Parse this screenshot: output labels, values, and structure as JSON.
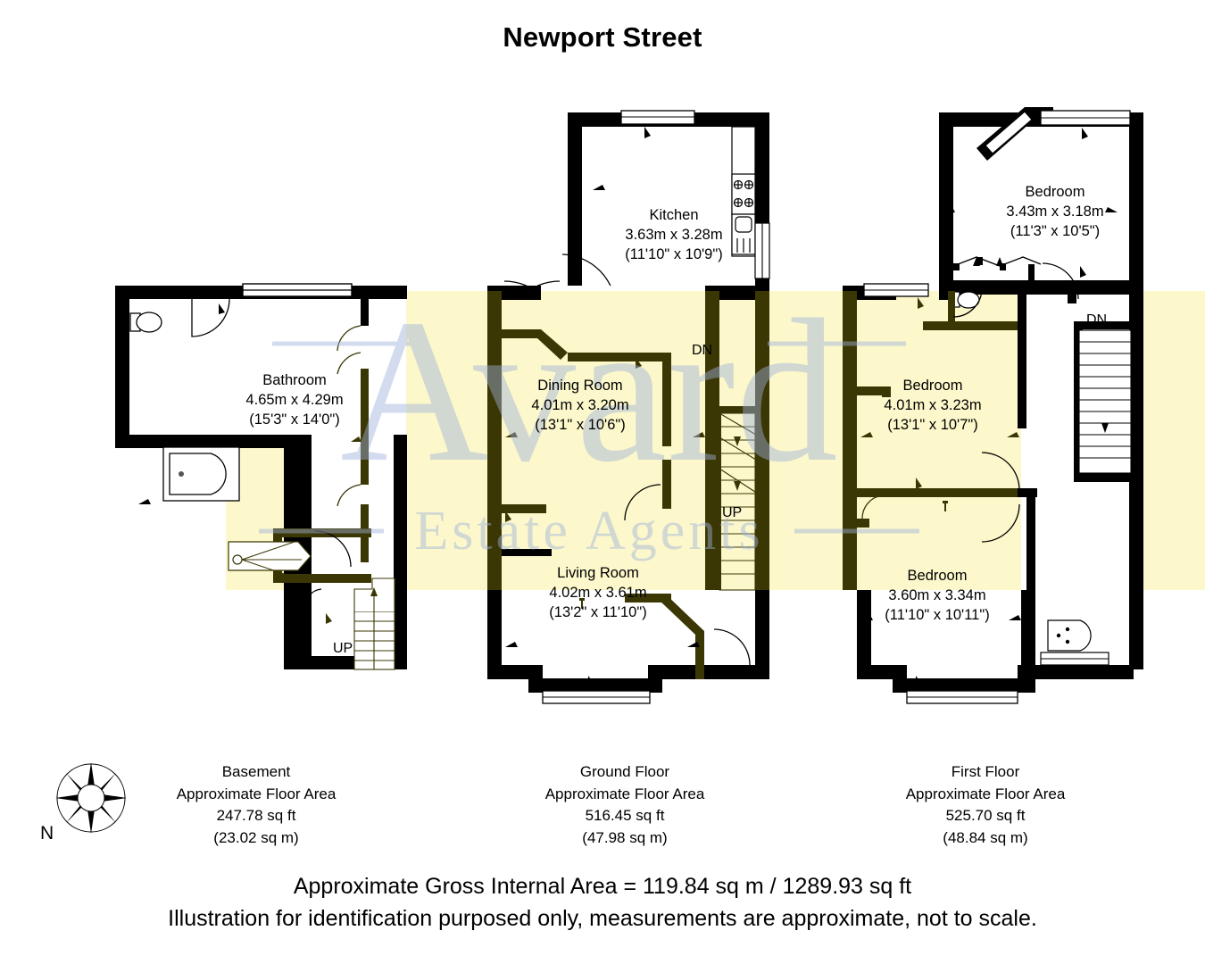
{
  "title": "Newport Street",
  "colors": {
    "wall_dark": "#000000",
    "wall_highlight": "#3b3705",
    "highlight_fill": "#fcf8cc",
    "watermark": "#ccd6ee",
    "background": "#ffffff"
  },
  "watermark": {
    "brand": "Avard",
    "tagline": "Estate Agents"
  },
  "floors": [
    {
      "id": "basement",
      "name": "Basement",
      "area_line": "Approximate Floor Area",
      "area_ft": "247.78 sq ft",
      "area_m": "(23.02 sq m)",
      "rooms": [
        {
          "name": "Bathroom",
          "dim_metric": "4.65m x 4.29m",
          "dim_imperial": "(15'3\" x 14'0\")"
        }
      ],
      "markers": [
        {
          "label": "UP",
          "kind": "stair-direction"
        }
      ]
    },
    {
      "id": "ground-floor",
      "name": "Ground Floor",
      "area_line": "Approximate Floor Area",
      "area_ft": "516.45 sq ft",
      "area_m": "(47.98 sq m)",
      "rooms": [
        {
          "name": "Kitchen",
          "dim_metric": "3.63m x 3.28m",
          "dim_imperial": "(11'10\" x 10'9\")"
        },
        {
          "name": "Dining Room",
          "dim_metric": "4.01m x 3.20m",
          "dim_imperial": "(13'1\" x 10'6\")"
        },
        {
          "name": "Living Room",
          "dim_metric": "4.02m x 3.61m",
          "dim_imperial": "(13'2\" x 11'10\")"
        }
      ],
      "markers": [
        {
          "label": "DN",
          "kind": "stair-direction"
        },
        {
          "label": "UP",
          "kind": "stair-direction"
        }
      ]
    },
    {
      "id": "first-floor",
      "name": "First Floor",
      "area_line": "Approximate Floor Area",
      "area_ft": "525.70 sq ft",
      "area_m": "(48.84 sq m)",
      "rooms": [
        {
          "name": "Bedroom",
          "dim_metric": "3.43m x 3.18m",
          "dim_imperial": "(11'3\" x 10'5\")"
        },
        {
          "name": "Bedroom",
          "dim_metric": "4.01m x 3.23m",
          "dim_imperial": "(13'1\" x 10'7\")"
        },
        {
          "name": "Bedroom",
          "dim_metric": "3.60m x 3.34m",
          "dim_imperial": "(11'10\" x 10'11\")"
        }
      ],
      "markers": [
        {
          "label": "DN",
          "kind": "stair-direction"
        }
      ]
    }
  ],
  "compass": {
    "north_label": "N"
  },
  "footer": {
    "line1": "Approximate Gross Internal Area = 119.84 sq m / 1289.93 sq ft",
    "line2": "Illustration for identification purposed only, measurements are approximate, not to scale."
  }
}
